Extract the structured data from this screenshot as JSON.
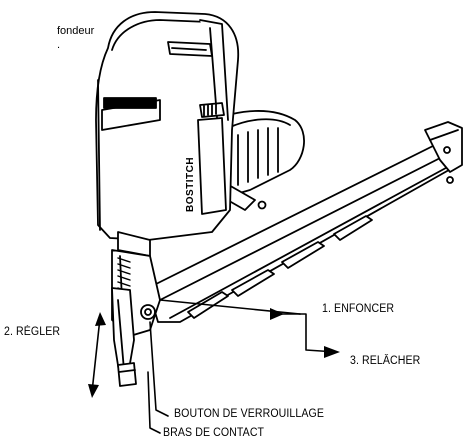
{
  "text_fragment": {
    "line1": "fondeur",
    "line2": "."
  },
  "labels": {
    "press": "1. ENFONCER",
    "adjust": "2. RÉGLER",
    "release": "3. RELÂCHER",
    "lock_button": "BOUTON DE VERROUILLAGE",
    "contact_arm": "BRAS DE CONTACT"
  },
  "tool_branding": {
    "side_text": "BOSTITCH"
  },
  "colors": {
    "line": "#000000",
    "fill": "#ffffff"
  }
}
